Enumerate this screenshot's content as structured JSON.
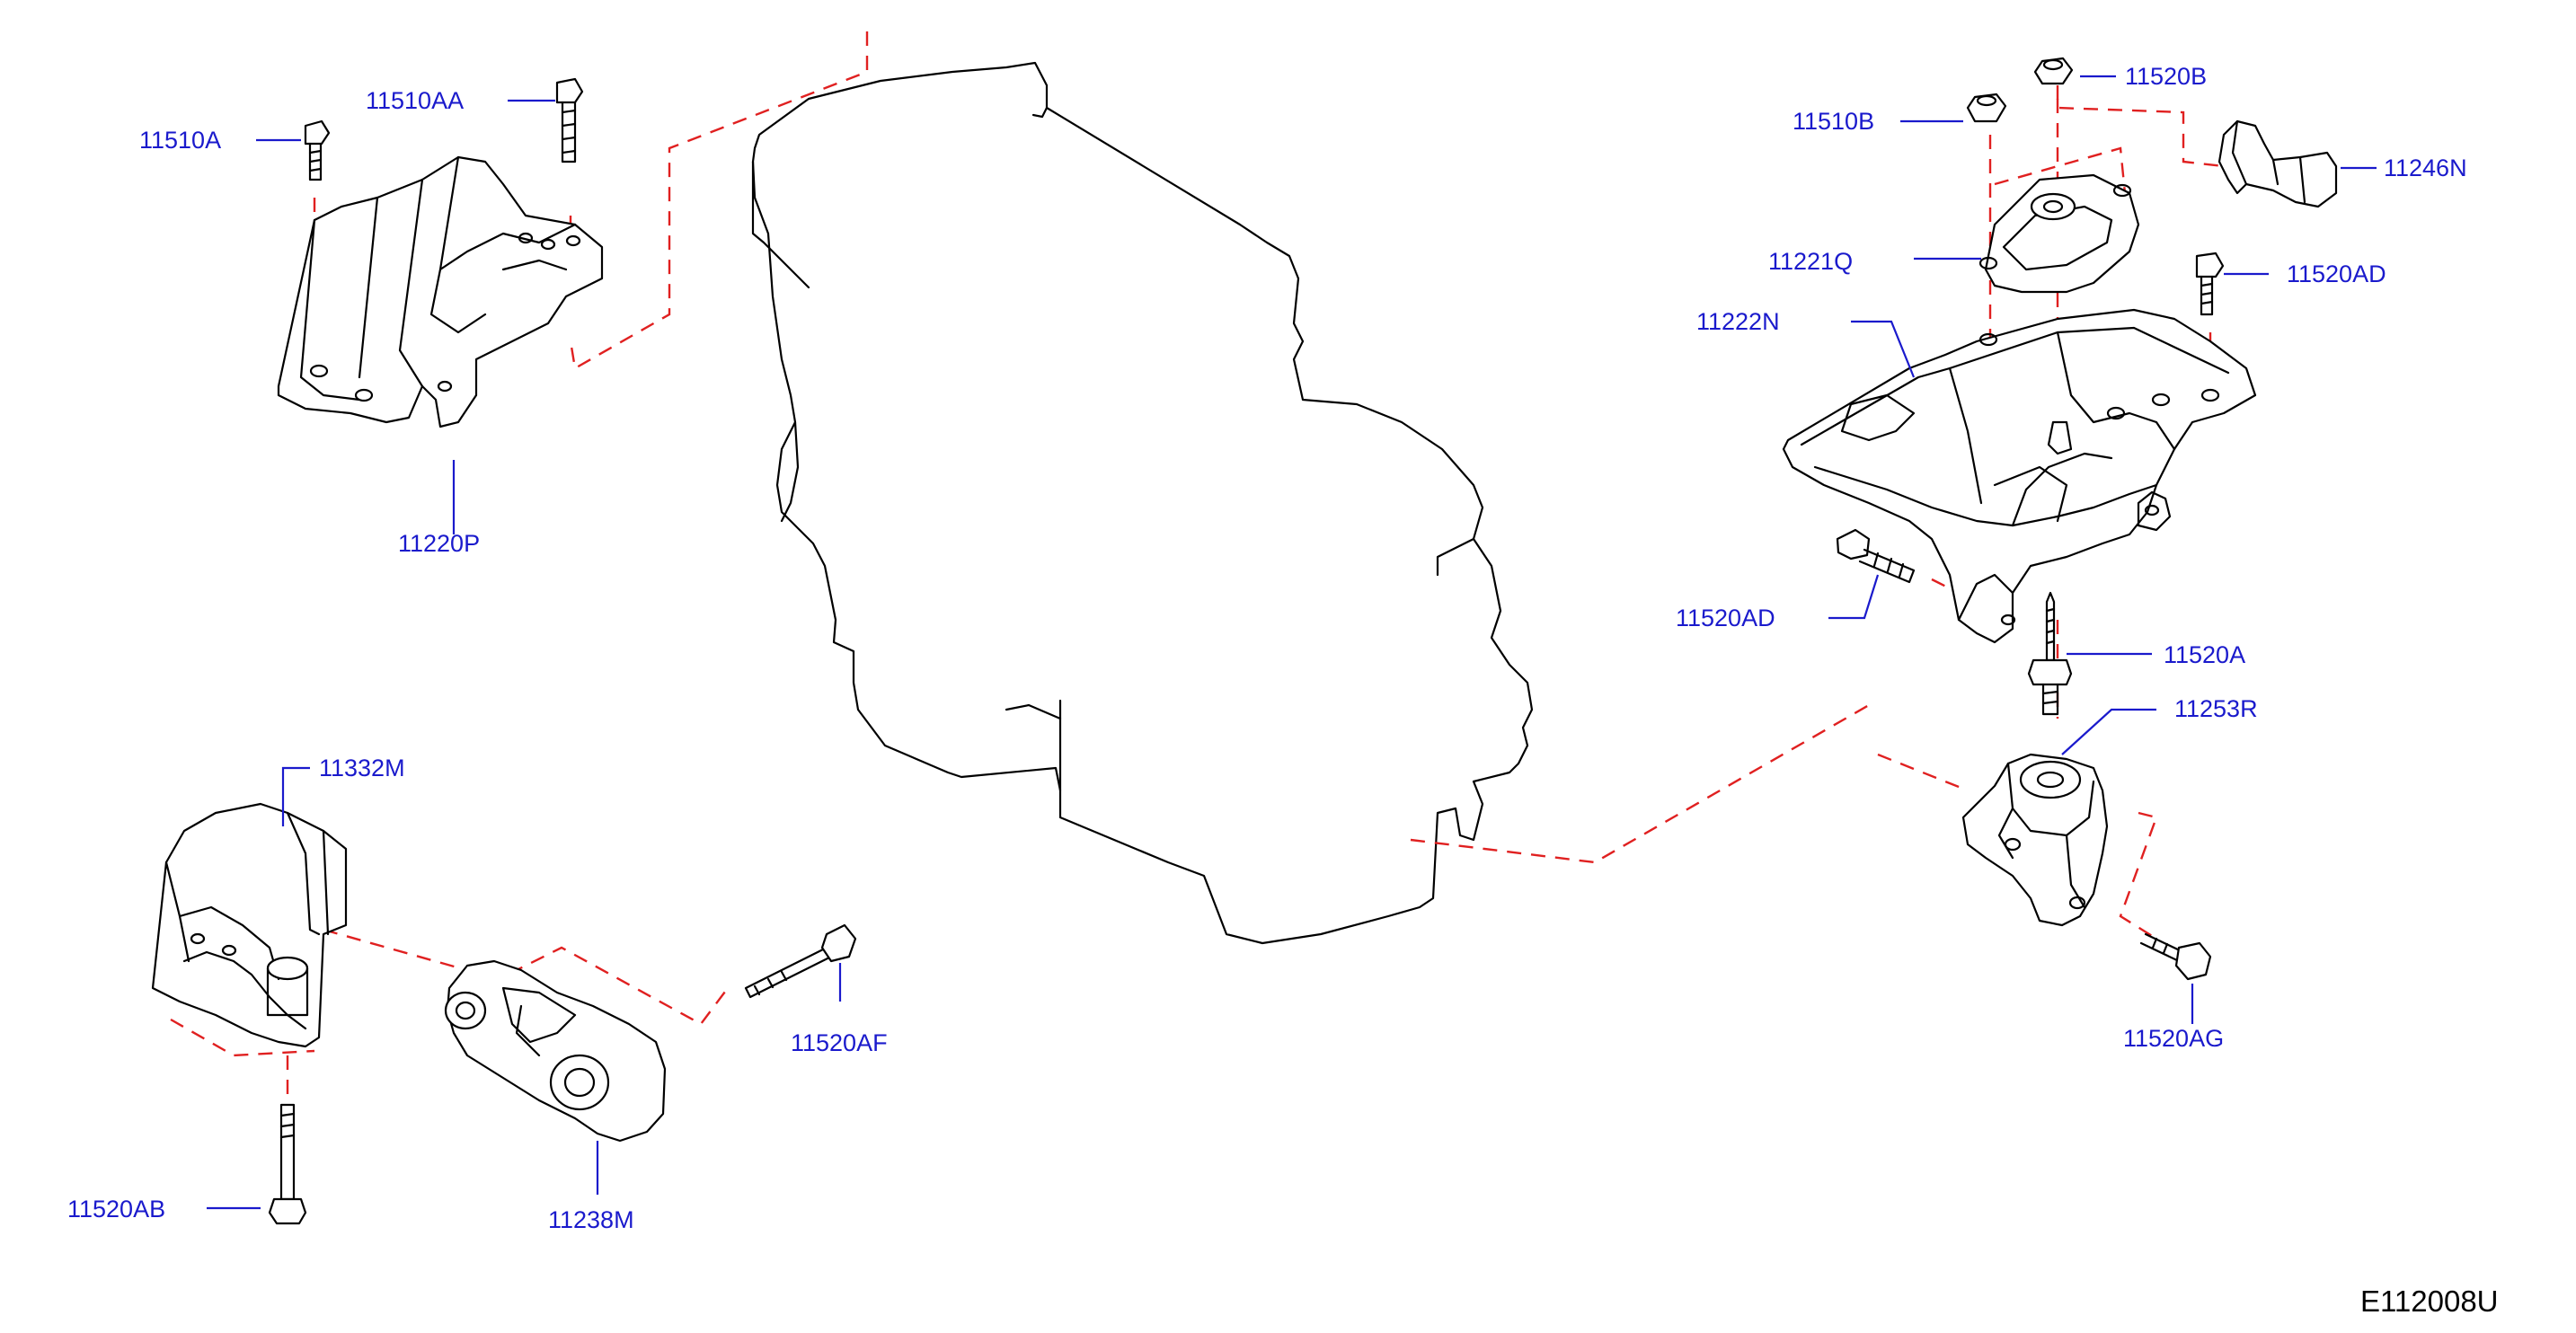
{
  "figure_code": "E112008U",
  "parts": {
    "p11510A": "11510A",
    "p11510AA": "11510AA",
    "p11220P": "11220P",
    "p11520B": "11520B",
    "p11510B": "11510B",
    "p11246N": "11246N",
    "p11221Q": "11221Q",
    "p11520AD_top": "11520AD",
    "p11222N": "11222N",
    "p11520AD_bottom": "11520AD",
    "p11520A": "11520A",
    "p11253R": "11253R",
    "p11520AG": "11520AG",
    "p11332M": "11332M",
    "p11520AF": "11520AF",
    "p11520AB": "11520AB",
    "p11238M": "11238M"
  },
  "colors": {
    "label": "#1a1acc",
    "leader": "#1a1acc",
    "dashed_guide": "#e02020",
    "outline": "#000000"
  }
}
